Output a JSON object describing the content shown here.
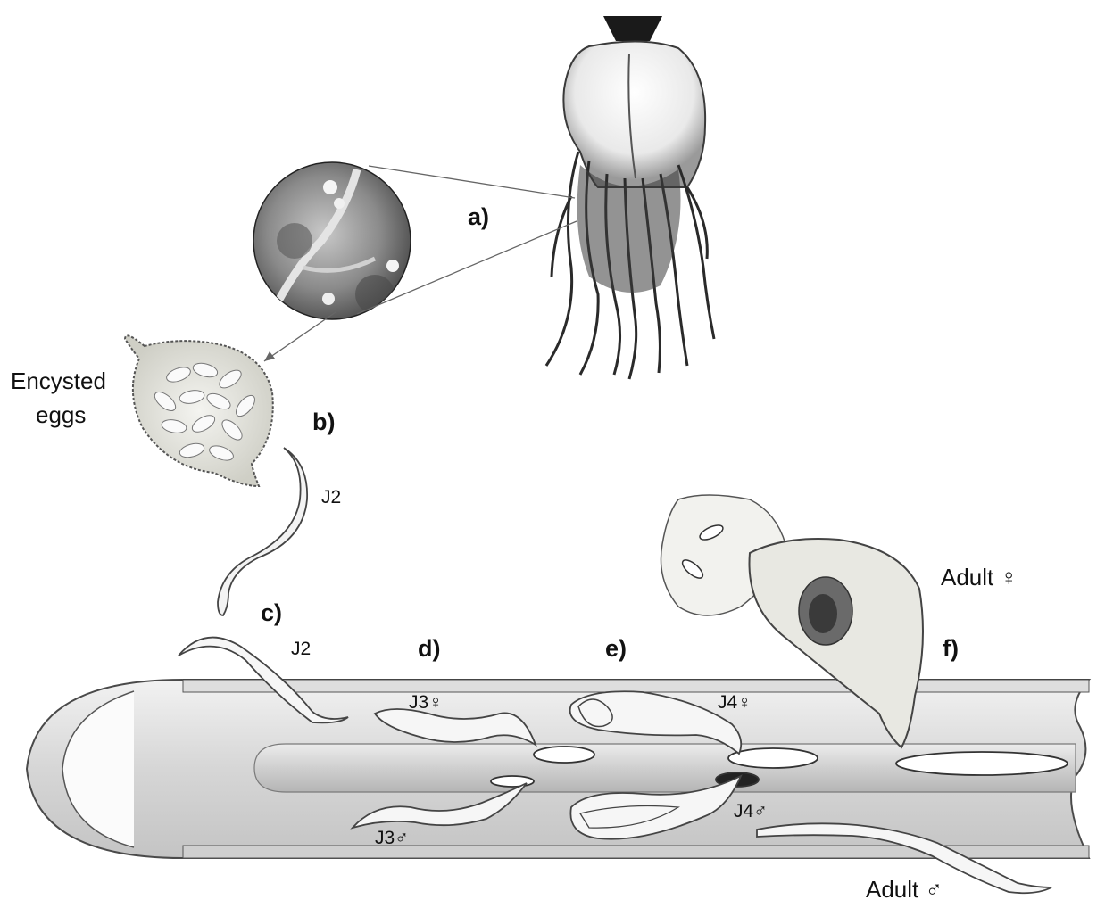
{
  "stage_labels": {
    "a": "a)",
    "b": "b)",
    "c": "c)",
    "d": "d)",
    "e": "e)",
    "f": "f)"
  },
  "texts": {
    "encysted_line1": "Encysted",
    "encysted_line2": "eggs",
    "j2_top": "J2",
    "j2_root": "J2",
    "j3_female": "J3♀",
    "j3_male": "J3♂",
    "j4_female": "J4♀",
    "j4_male": "J4♂",
    "adult_female": "Adult ♀",
    "adult_male": "Adult ♂"
  }
}
